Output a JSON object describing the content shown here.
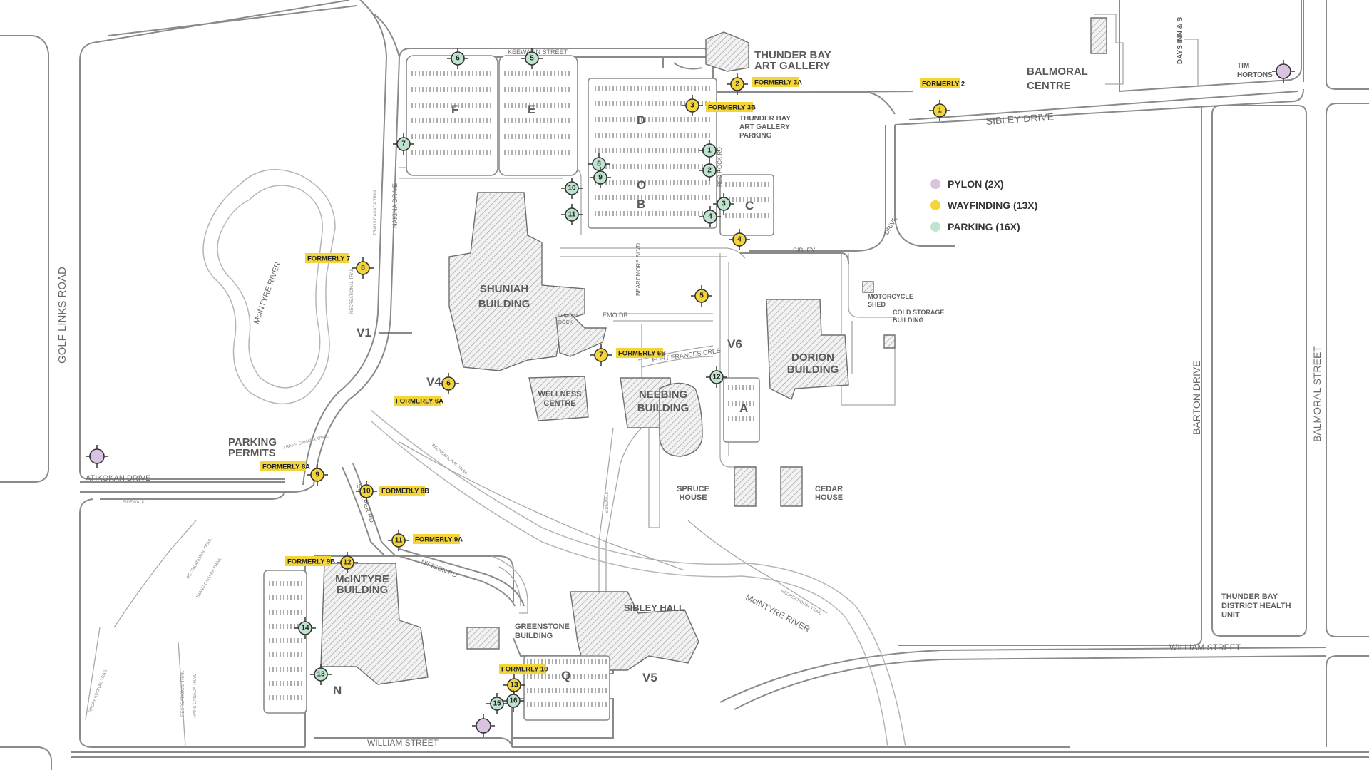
{
  "map": {
    "legend": [
      {
        "label": "PYLON (2X)",
        "color": "#d8c3e0"
      },
      {
        "label": "WAYFINDING (13X)",
        "color": "#f3d53a"
      },
      {
        "label": "PARKING (16X)",
        "color": "#bfe3cf"
      }
    ],
    "roads": {
      "golf_links": "GOLF LINKS ROAD",
      "atikokan": "ATIKOKAN DRIVE",
      "william_bottom": "WILLIAM STREET",
      "william_right": "WILLIAM STREET",
      "barton": "BARTON DRIVE",
      "balmoral": "BALMORAL STREET",
      "sibley": "SIBLEY DRIVE",
      "keewatin": "KEEWATIN STREET",
      "nakina": "NAKINA DRIVE",
      "nipigon": "NIPIGON RD",
      "sibley_inner": "SIBLEY",
      "sibley_drive_inner": "DRIVE",
      "emo": "EMO DR",
      "fort_frances": "FORT FRANCES CRES",
      "beardmore": "BEARDMORE BLVD",
      "red_rock": "RED ROCK RD",
      "sleeper": "SLEEPER RD",
      "mcintyre_river_upper": "McINTYRE   RIVER",
      "mcintyre_river_lower": "McINTYRE RIVER",
      "days_inn": "DAYS INN & S"
    },
    "trails": {
      "tct1": "TRANS CANADA TRAIL",
      "tct2": "TRANS CANADA TRAIL",
      "tct3": "TRANS CANADA TRAIL",
      "tct4": "TRANS CANADA TRAIL",
      "rec1": "RECREATIONAL TRAIL",
      "rec2": "RECREATIONAL TRAIL",
      "rec3": "RECREATIONAL TRAIL",
      "rec4": "RECREATIONAL TRAIL",
      "rec5": "RECREATIONAL TRAIL",
      "rec6": "RECREATIONAL TRAIL",
      "sidewalk1": "SIDEWALK",
      "sidewalk2": "SIDEWALK"
    },
    "buildings": {
      "art_gallery": [
        "THUNDER BAY",
        "ART GALLERY"
      ],
      "art_gallery_parking": [
        "THUNDER BAY",
        "ART GALLERY",
        "PARKING"
      ],
      "balmoral": [
        "BALMORAL",
        "CENTRE"
      ],
      "tim": [
        "TIM",
        "HORTONS"
      ],
      "shuniah": [
        "SHUNIAH",
        "BUILDING"
      ],
      "wellness": [
        "WELLNESS",
        "CENTRE"
      ],
      "neebing": [
        "NEEBING",
        "BUILDING"
      ],
      "dorion": [
        "DORION",
        "BUILDING"
      ],
      "spruce": [
        "SPRUCE",
        "HOUSE"
      ],
      "cedar": [
        "CEDAR",
        "HOUSE"
      ],
      "mcintyre": [
        "McINTYRE",
        "BUILDING"
      ],
      "greenstone": [
        "GREENSTONE",
        "BUILDING"
      ],
      "sibley_hall": "SIBLEY  HALL",
      "motorcycle": [
        "MOTORCYCLE",
        "SHED"
      ],
      "cold_storage": [
        "COLD STORAGE",
        "BUILDING"
      ],
      "district_health": [
        "THUNDER BAY",
        "DISTRICT HEALTH",
        "UNIT"
      ],
      "parking_permits": [
        "PARKING",
        "PERMITS"
      ],
      "loading_dock": [
        "LOADING",
        "DOCK"
      ]
    },
    "lots": [
      "F",
      "E",
      "D",
      "O",
      "B",
      "C",
      "A",
      "N",
      "Q"
    ],
    "visitor": [
      "V1",
      "V4",
      "V5",
      "V6"
    ],
    "formerly_tags": [
      "FORMERLY 3A",
      "FORMERLY 2",
      "FORMERLY 3B",
      "FORMERLY 7",
      "FORMERLY 6B",
      "FORMERLY 6A",
      "FORMERLY 8A",
      "FORMERLY 8B",
      "FORMERLY 9A",
      "FORMERLY 9B",
      "FORMERLY 10"
    ],
    "wayfinding_numbers": [
      "1",
      "2",
      "3",
      "4",
      "5",
      "6",
      "7",
      "8",
      "9",
      "10",
      "11",
      "12",
      "13"
    ],
    "parking_numbers": [
      "1",
      "2",
      "3",
      "4",
      "5",
      "6",
      "7",
      "8",
      "9",
      "10",
      "11",
      "12",
      "13",
      "14",
      "15",
      "16"
    ]
  }
}
